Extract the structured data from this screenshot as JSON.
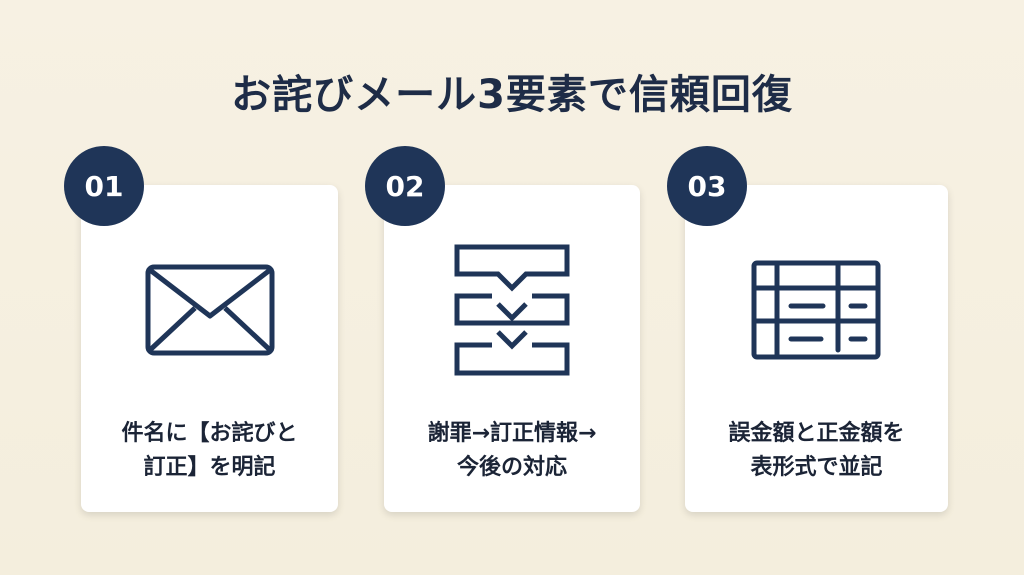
{
  "title": "お詫びメール3要素で信頼回復",
  "colors": {
    "navy": "#1f3558",
    "background": "#f5efdf",
    "card": "#ffffff"
  },
  "steps": [
    {
      "number": "01",
      "icon": "envelope-icon",
      "lines": [
        "件名に【お詫びと",
        "訂正】を明記"
      ]
    },
    {
      "number": "02",
      "icon": "flow-steps-icon",
      "lines": [
        "謝罪→訂正情報→",
        "今後の対応"
      ]
    },
    {
      "number": "03",
      "icon": "table-icon",
      "lines": [
        "誤金額と正金額を",
        "表形式で並記"
      ]
    }
  ]
}
